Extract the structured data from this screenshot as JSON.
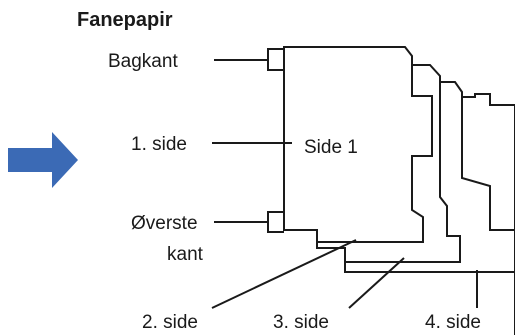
{
  "title": "Fanepapir",
  "labels": {
    "back_edge": "Bagkant",
    "first_side": "1. side",
    "top_edge_line1": "Øverste",
    "top_edge_line2": "kant",
    "sheet_label": "Side 1",
    "second_side": "2. side",
    "third_side": "3. side",
    "fourth_side": "4. side"
  },
  "colors": {
    "arrow": "#3b6ab5",
    "stroke": "#1a1a1a",
    "paper": "#ffffff"
  },
  "icons": {
    "arrow": "right-arrow-icon"
  }
}
